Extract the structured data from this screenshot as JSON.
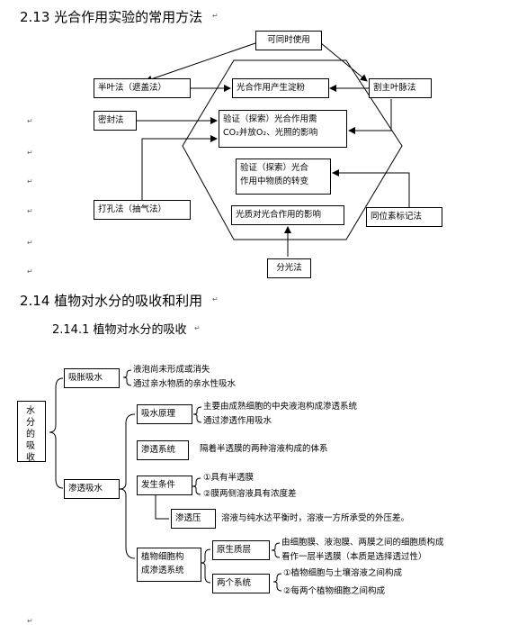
{
  "section_213": {
    "title": "2.13 光合作用实验的常用方法"
  },
  "diagram1": {
    "simultaneous": "可同时使用",
    "half_leaf": "半叶法（遮盖法）",
    "starch": "光合作用产生淀粉",
    "cut_vein": "割主叶脉法",
    "sealing": "密封法",
    "verify_co2_a": "验证（探索）光合作用需",
    "verify_co2_b": "CO₂并放O₂、光照的影响",
    "verify_flow_a": "验证（探索）光合",
    "verify_flow_b": "作用中物质的转变",
    "punch": "打孔法（抽气法）",
    "light_quality": "光质对光合作用的影响",
    "isotope": "同位素标记法",
    "spectro": "分光法"
  },
  "section_214": {
    "title": "2.14 植物对水分的吸收和利用"
  },
  "section_2141": {
    "title": "2.14.1 植物对水分的吸收"
  },
  "diagram2": {
    "root": "水分的吸收",
    "imbibition": "吸胀吸水",
    "imb_1": "液泡尚未形成或消失",
    "imb_2": "通过亲水物质的亲水性吸水",
    "osmosis": "渗透吸水",
    "principle": "吸水原理",
    "pr_1": "主要由成熟细胞的中央液泡构成渗透系统",
    "pr_2": "通过渗透作用吸水",
    "system": "渗透系统",
    "system_desc": "隔着半透膜的两种溶液构成的体系",
    "conditions": "发生条件",
    "cond_1": "①具有半透膜",
    "cond_2": "②膜两侧溶液具有浓度差",
    "pressure": "渗透压",
    "pressure_desc": "溶液与纯水达平衡时，溶液一方所承受的外压差。",
    "plant_cell_a": "植物细胞构",
    "plant_cell_b": "成渗透系统",
    "protoplast": "原生质层",
    "pro_1": "由细胞膜、液泡膜、两膜之间的细胞质构成",
    "pro_2": "看作一层半透膜（本质是选择透过性）",
    "two_systems": "两个系统",
    "two_1": "①植物细胞与土壤溶液之间构成",
    "two_2": "②每两个植物细胞之间构成"
  }
}
